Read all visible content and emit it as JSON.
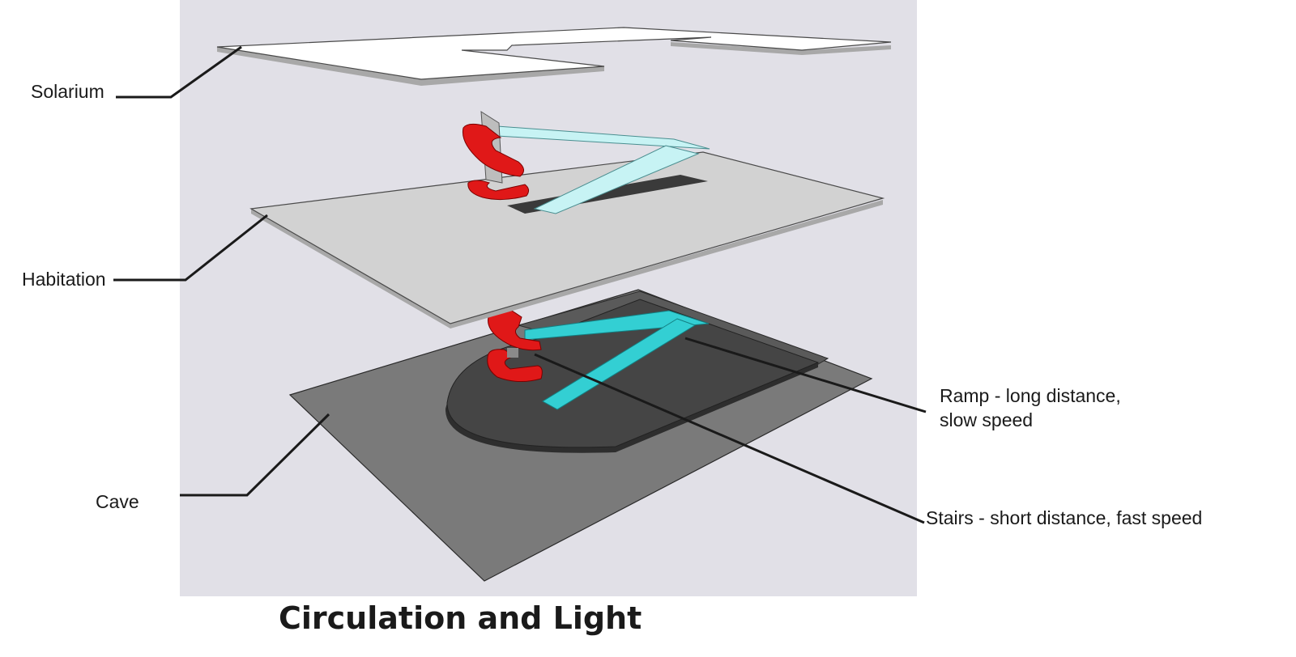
{
  "labels": {
    "solarium": "Solarium",
    "habitation": "Habitation",
    "cave": "Cave",
    "ramp_line1": "Ramp - long distance,",
    "ramp_line2": "slow speed",
    "stairs": "Stairs - short distance, fast speed"
  },
  "caption": "Circulation and Light",
  "colors": {
    "backdrop": "#e1e0e7",
    "solarium_slab": "#ffffff",
    "habitation_slab": "#d2d2d2",
    "cave_plate": "#7a7a7a",
    "cave_platform": "#454545",
    "stairs": "#e01818",
    "ramp_upper": "#c7f3f4",
    "ramp_lower": "#33cfd3",
    "leader_lines": "#1a1a1a"
  }
}
